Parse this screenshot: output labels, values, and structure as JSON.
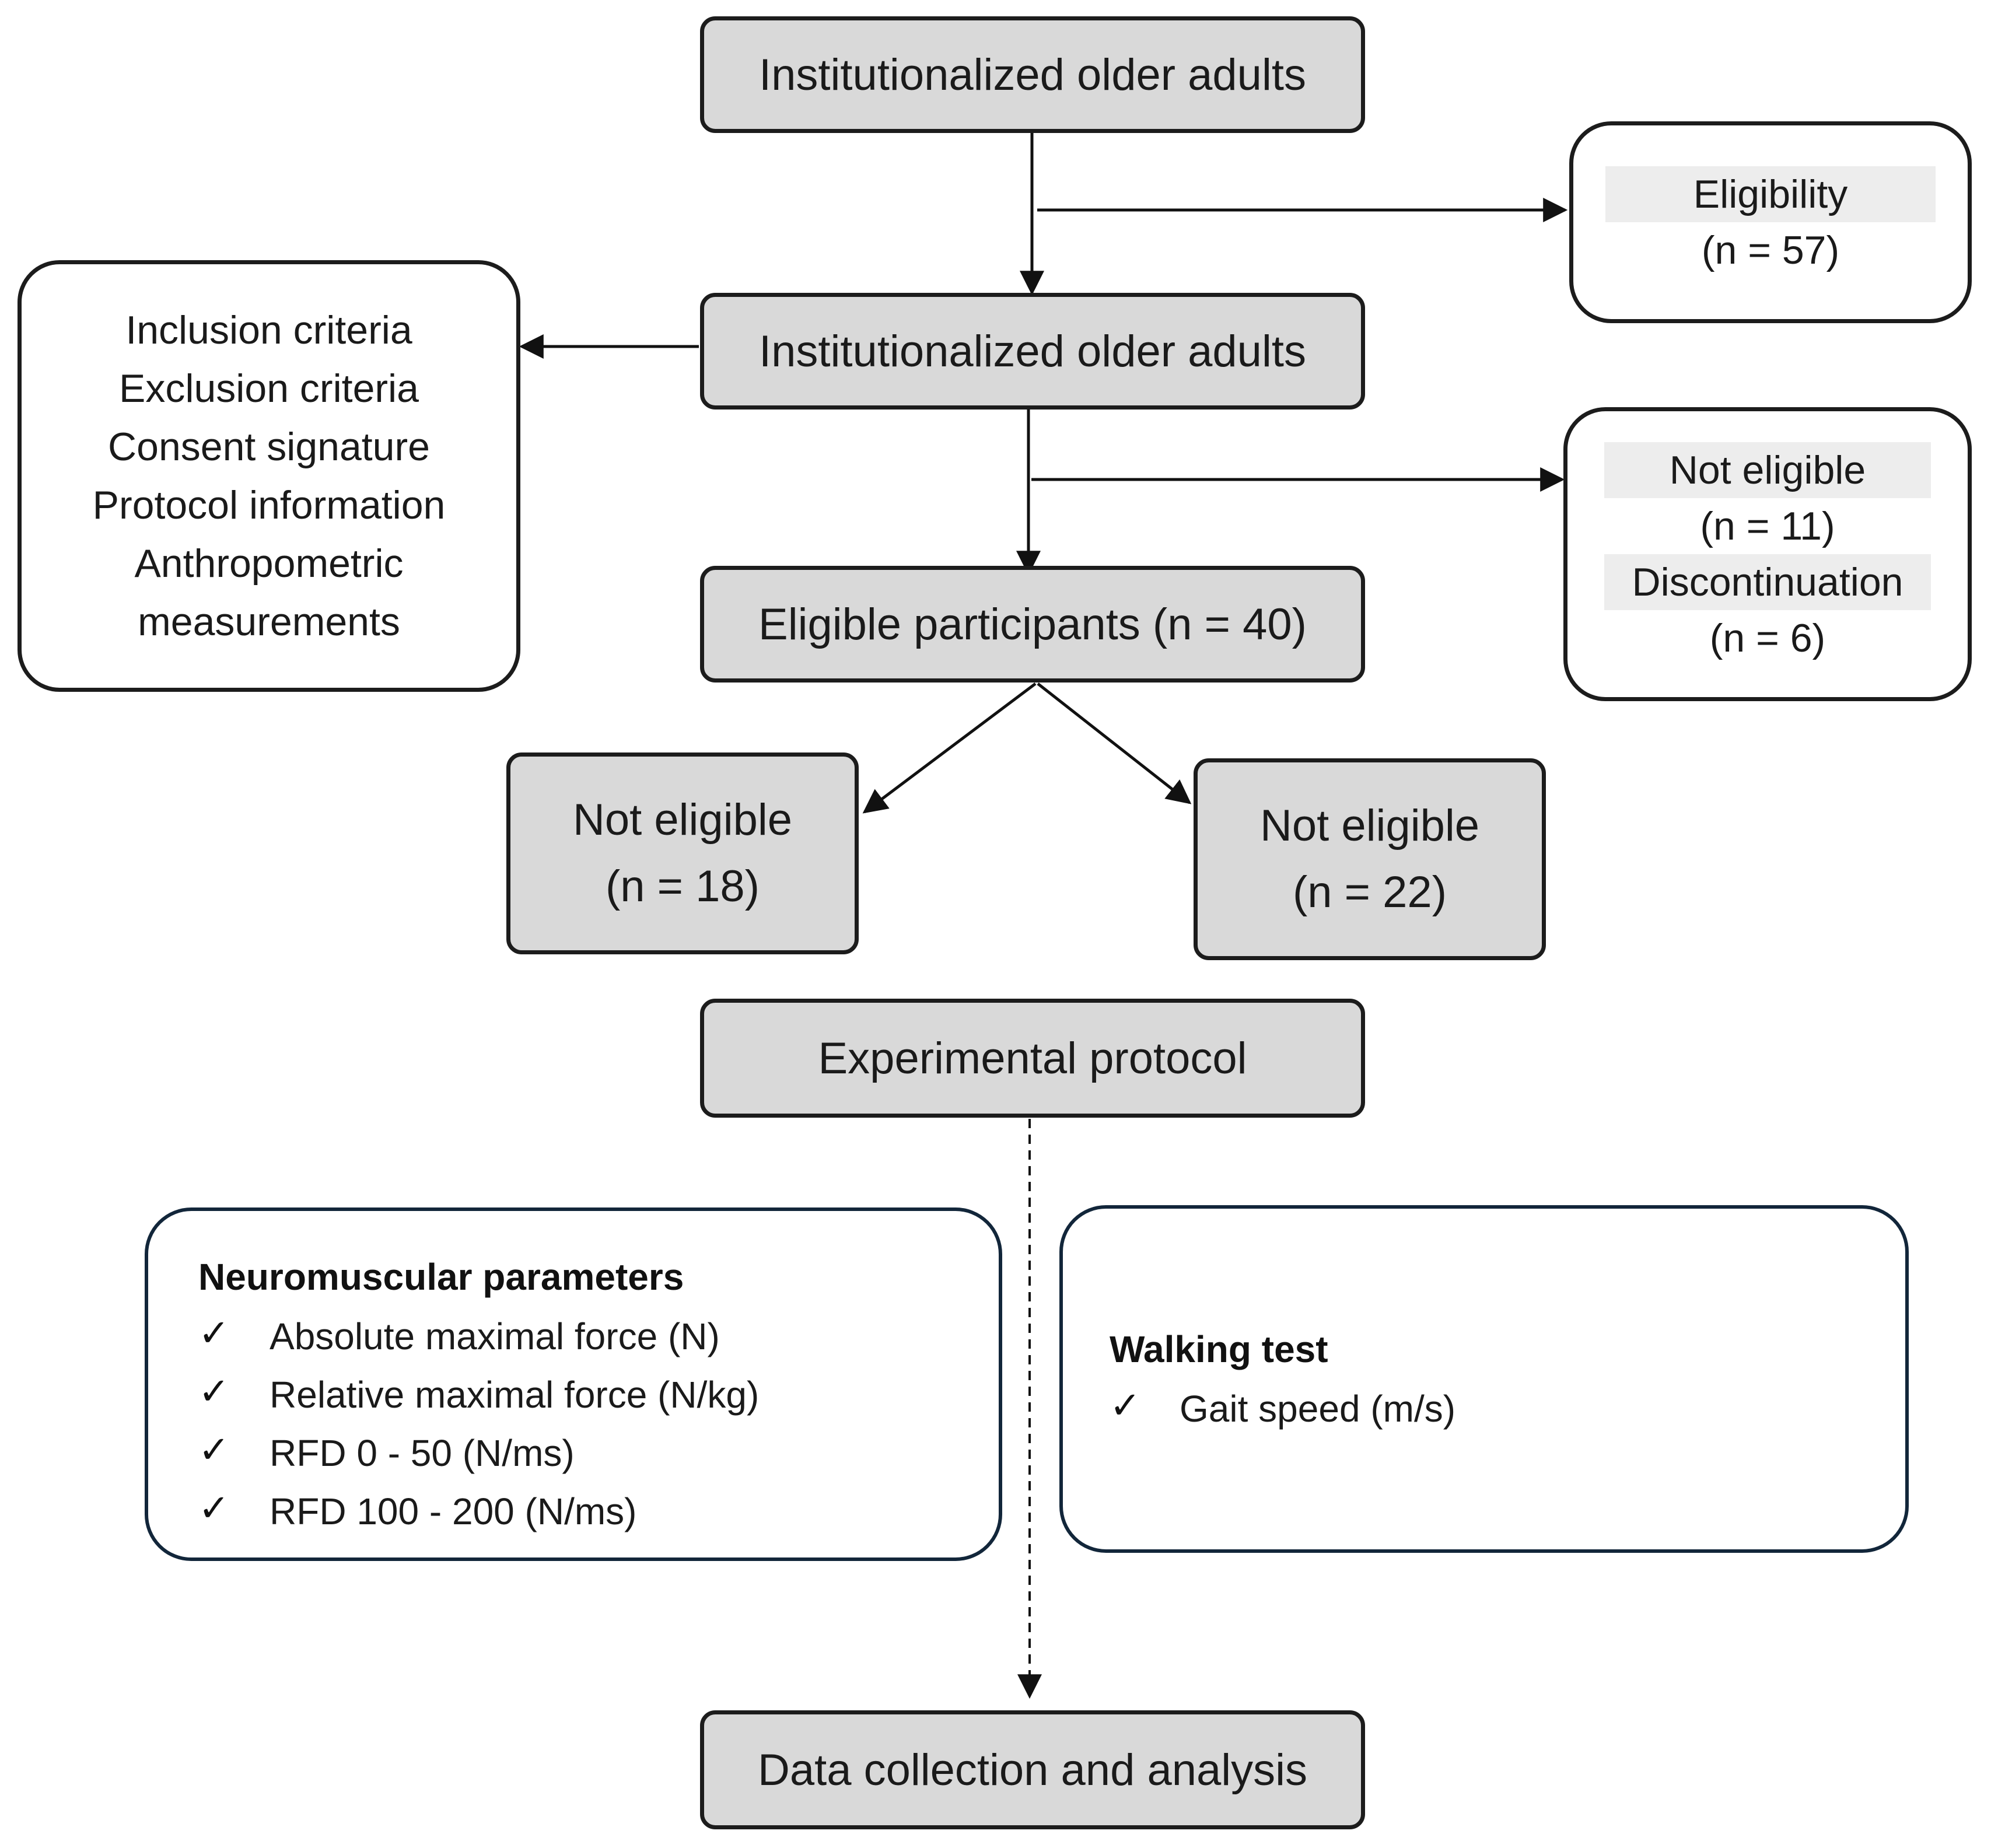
{
  "steps": {
    "start": "Institutionalized older adults",
    "screened": "Institutionalized older adults",
    "eligible": "Eligible participants (n = 40)",
    "protocol": "Experimental protocol",
    "data": "Data collection and analysis"
  },
  "eligibility": {
    "label": "Eligibility",
    "count": "(n = 57)"
  },
  "excluded": {
    "not_eligible_label": "Not eligible",
    "not_eligible_count": "(n = 11)",
    "discontinuation_label": "Discontinuation",
    "discontinuation_count": "(n = 6)"
  },
  "criteria": [
    "Inclusion criteria",
    "Exclusion criteria",
    "Consent signature",
    "Protocol information",
    "Anthropometric",
    "measurements"
  ],
  "groups": [
    {
      "label": "Not eligible",
      "count": "(n = 18)"
    },
    {
      "label": "Not eligible",
      "count": "(n = 22)"
    }
  ],
  "neuromuscular": {
    "title": "Neuromuscular parameters",
    "items": [
      "Absolute maximal force (N)",
      "Relative maximal force (N/kg)",
      "RFD 0 - 50 (N/ms)",
      "RFD 100 - 200 (N/ms)"
    ]
  },
  "walking": {
    "title": "Walking test",
    "items": [
      "Gait speed (m/s)"
    ]
  },
  "check_glyph": "✓"
}
